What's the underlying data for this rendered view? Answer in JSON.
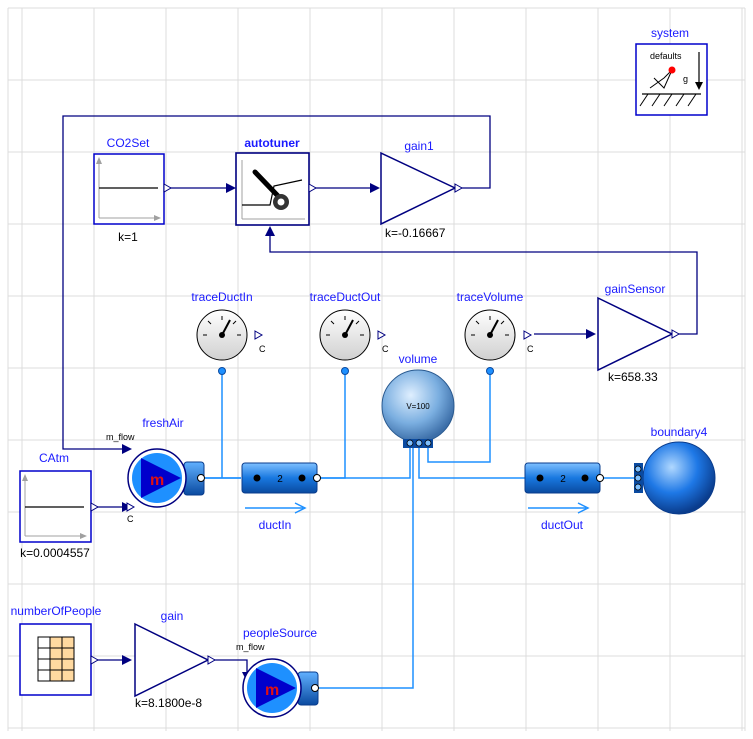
{
  "colors": {
    "signal": "#000080",
    "fluid": "#1e90ff",
    "block_border": "#0000cc",
    "label": "#1a1aff",
    "grid": "#d9d9d9"
  },
  "components": {
    "system": {
      "name": "system",
      "defaults": "defaults",
      "g": "g"
    },
    "co2set": {
      "name": "CO2Set",
      "param": "k=1"
    },
    "autotuner": {
      "name": "autotuner"
    },
    "gain1": {
      "name": "gain1",
      "param": "k=-0.16667"
    },
    "traceDuctIn": {
      "name": "traceDuctIn",
      "port": "C"
    },
    "traceDuctOut": {
      "name": "traceDuctOut",
      "port": "C"
    },
    "traceVolume": {
      "name": "traceVolume",
      "port": "C"
    },
    "gainSensor": {
      "name": "gainSensor",
      "param": "k=658.33"
    },
    "volume": {
      "name": "volume",
      "param": "V=100"
    },
    "freshAir": {
      "name": "freshAir",
      "port_mflow": "m_flow",
      "port_c": "C"
    },
    "catm": {
      "name": "CAtm",
      "param": "k=0.0004557"
    },
    "ductIn": {
      "name": "ductIn",
      "segments": "2"
    },
    "ductOut": {
      "name": "ductOut",
      "segments": "2"
    },
    "boundary4": {
      "name": "boundary4"
    },
    "numberOfPeople": {
      "name": "numberOfPeople"
    },
    "gain": {
      "name": "gain",
      "param": "k=8.1800e-8"
    },
    "peopleSource": {
      "name": "peopleSource",
      "port_mflow": "m_flow"
    }
  }
}
